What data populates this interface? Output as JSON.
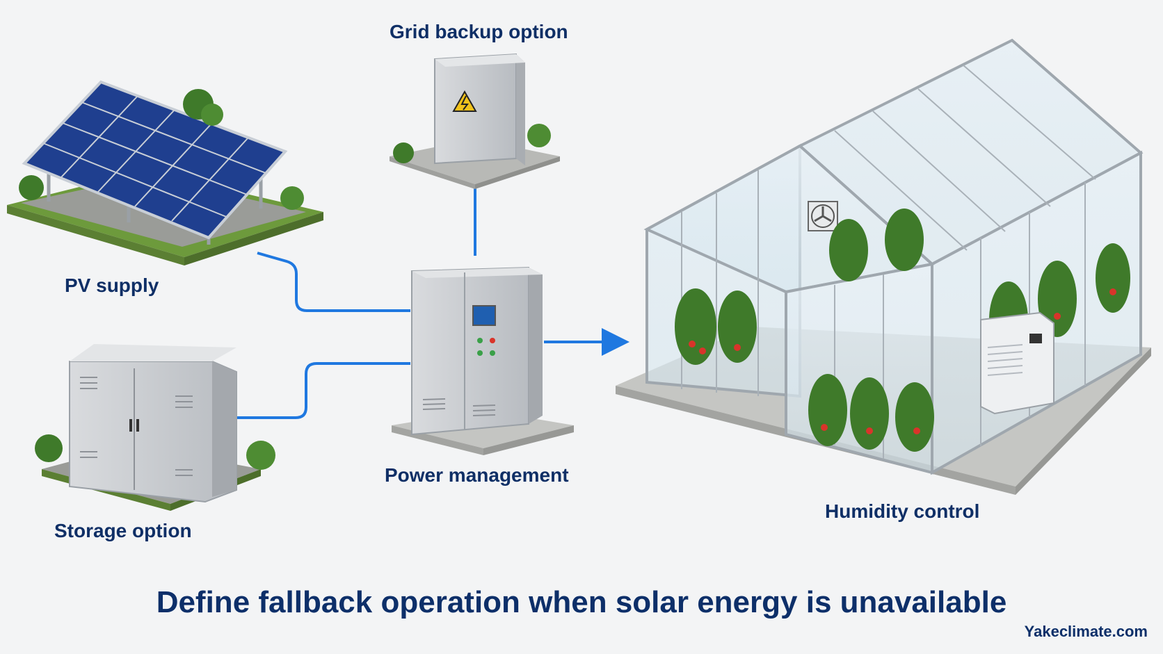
{
  "nodes": {
    "grid_backup": "Grid backup option",
    "pv_supply": "PV supply",
    "storage": "Storage option",
    "power_management": "Power management",
    "humidity_control": "Humidity control"
  },
  "headline": "Define fallback operation when solar energy is unavailable",
  "watermark": "Yakeclimate.com",
  "colors": {
    "connector": "#1f78e0",
    "label_text": "#0f2f66",
    "background": "#f3f4f5",
    "cabinet": "#c9ccd0",
    "solar_panel": "#1f3f8f",
    "vegetation": "#3f7a2a",
    "tomato": "#d9342a"
  },
  "icons": {
    "grid_cabinet_warning": "high-voltage-warning-icon",
    "greenhouse_fan": "exhaust-fan-icon"
  }
}
